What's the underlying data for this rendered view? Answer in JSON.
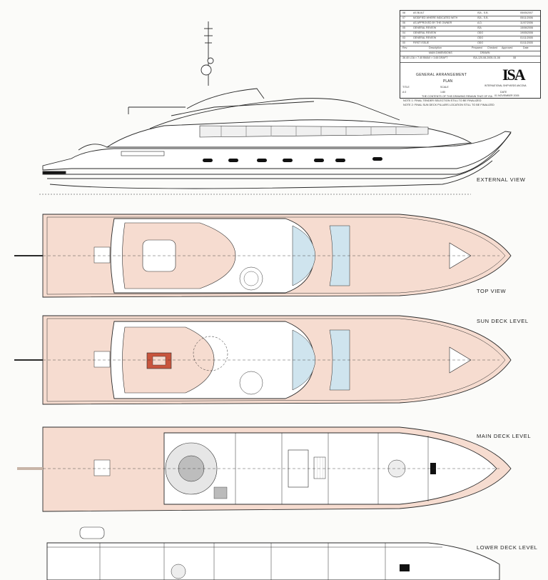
{
  "title_block": {
    "revisions": [
      {
        "rev": "08",
        "description": "AS BUILT",
        "prepared": "ISA - S.B.",
        "date": "05/05/2007"
      },
      {
        "rev": "07",
        "description": "MODIFIED WHERE INDICATED WITH",
        "prepared": "ISA - S.B.",
        "date": "05/11/2006"
      },
      {
        "rev": "06",
        "description": "AS APPROVED BY THE OWNER",
        "prepared": "A.D.",
        "date": "11/07/2006"
      },
      {
        "rev": "05",
        "description": "GENERAL REVIEW",
        "prepared": "ISA",
        "date": "15/06/2006"
      },
      {
        "rev": "04",
        "description": "GENERAL REVIEW",
        "prepared": "ODO",
        "date": "19/05/2006"
      },
      {
        "rev": "03",
        "description": "GENERAL REVIEW",
        "prepared": "ODO",
        "date": "01/11/2005"
      },
      {
        "rev": "00",
        "description": "FIRST ISSUE",
        "prepared": "ODO",
        "date": "01/11/2005"
      }
    ],
    "header": {
      "rev": "Rev.",
      "description": "Description",
      "prepared": "Prepared",
      "checked": "Checked",
      "approved": "Approved",
      "date": "Date"
    },
    "main_dimensions_label": "MAIN DIMENSIONS",
    "main_dimensions": "36.40 LOA × 7.40 BMAX × 3.65 DRAFT",
    "drawing_no": "ISA-120-08-2005-01-08",
    "rev_col": "08",
    "drawing_title": "GENERAL ARRANGEMENT",
    "drawing_subtitle": "PLAN",
    "title_label": "TITLE",
    "scale_label": "SCALE",
    "scale_value": "1:80",
    "format_label": "FORMAT",
    "format_value": "A 0",
    "drawn_label": "DRAWN",
    "date_label": "DATE",
    "date_value": "01 NOVEMBER 2005",
    "company": "INTERNATIONAL SHIPYARDS ANCONA",
    "logo_text": "ISA",
    "rights_notice": "THE CONTENTS OF THIS DRAWING REMAIN THAT OF ISA"
  },
  "notes": [
    "NOTE 1: FINAL TENDER SELECTION STILL TO BE FINALIZED",
    "NOTE 2: FINAL SUN DECK PILLARS LOCATION STILL TO BE FINALIZED"
  ],
  "views": {
    "external": "EXTERNAL VIEW",
    "top": "TOP VIEW",
    "sun_deck": "SUN DECK LEVEL",
    "main_deck": "MAIN DECK LEVEL",
    "lower_deck": "LOWER DECK LEVEL"
  },
  "colors": {
    "deck_fill": "#f6dcd0",
    "glass": "#cfe4ee",
    "line": "#2a2a2a",
    "accent": "#c8553d"
  }
}
